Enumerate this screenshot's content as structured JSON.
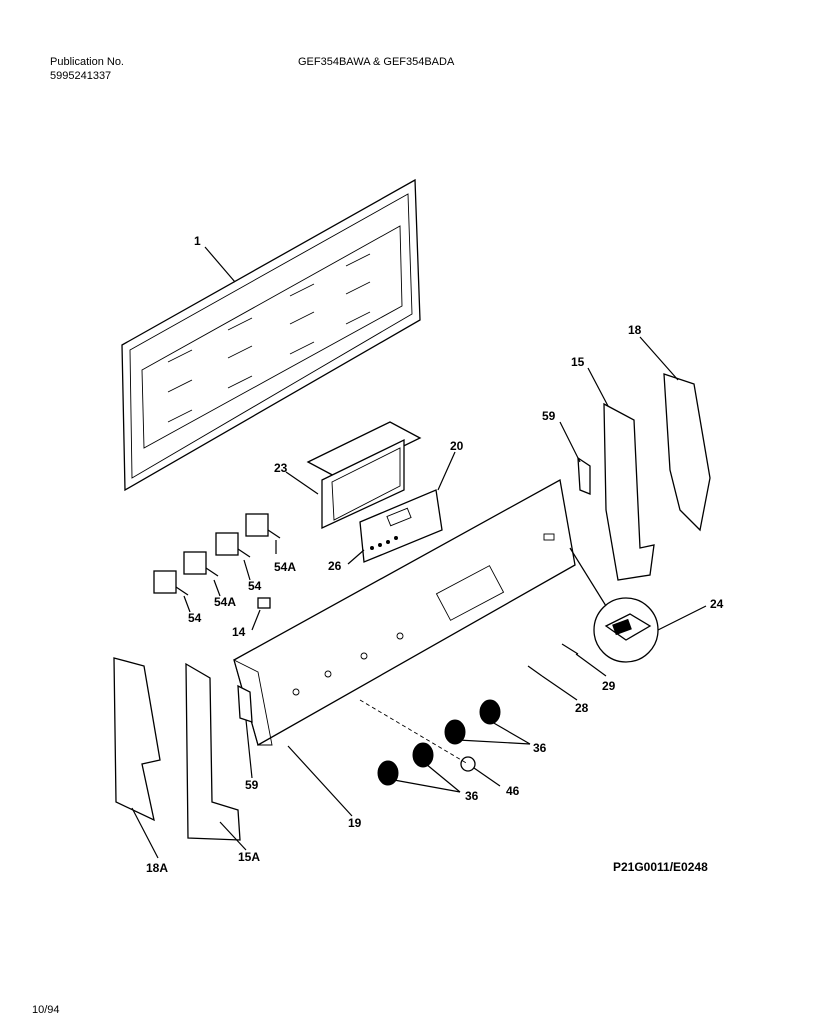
{
  "header": {
    "publication_label": "Publication No.",
    "publication_number": "5995241337",
    "models": "GEF354BAWA & GEF354BADA"
  },
  "footer": {
    "figure_ref": "P21G0011/E0248",
    "date": "10/94"
  },
  "callouts": [
    {
      "id": "1",
      "text": "1"
    },
    {
      "id": "18",
      "text": "18"
    },
    {
      "id": "15",
      "text": "15"
    },
    {
      "id": "59a",
      "text": "59"
    },
    {
      "id": "23",
      "text": "23"
    },
    {
      "id": "20",
      "text": "20"
    },
    {
      "id": "26",
      "text": "26"
    },
    {
      "id": "54A-a",
      "text": "54A"
    },
    {
      "id": "54-a",
      "text": "54"
    },
    {
      "id": "54A-b",
      "text": "54A"
    },
    {
      "id": "54-b",
      "text": "54"
    },
    {
      "id": "14",
      "text": "14"
    },
    {
      "id": "24",
      "text": "24"
    },
    {
      "id": "29",
      "text": "29"
    },
    {
      "id": "28",
      "text": "28"
    },
    {
      "id": "36a",
      "text": "36"
    },
    {
      "id": "46",
      "text": "46"
    },
    {
      "id": "36b",
      "text": "36"
    },
    {
      "id": "19",
      "text": "19"
    },
    {
      "id": "59b",
      "text": "59"
    },
    {
      "id": "18A",
      "text": "18A"
    },
    {
      "id": "15A",
      "text": "15A"
    }
  ]
}
